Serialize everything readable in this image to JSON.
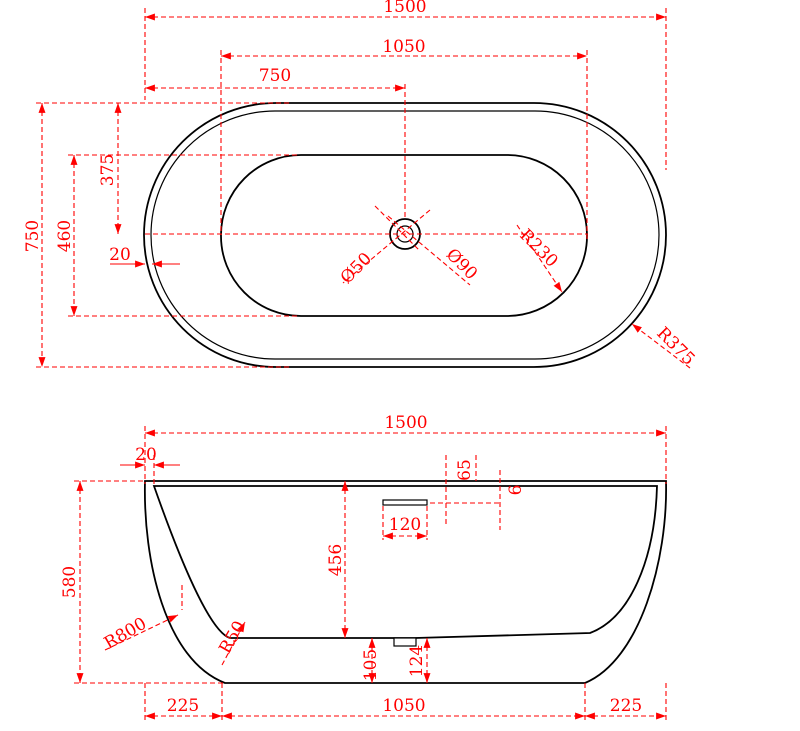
{
  "colors": {
    "dimension": "#ff0000",
    "outline": "#000000",
    "background": "#ffffff"
  },
  "top_view": {
    "overall_length": "1500",
    "inner_length": "1050",
    "drain_offset": "750",
    "overall_width": "750",
    "inner_width": "460",
    "drain_half": "375",
    "rim_thickness": "20",
    "drain_inner_dia": "Ø50",
    "drain_outer_dia": "Ø90",
    "inner_radius": "R230",
    "outer_radius": "R375"
  },
  "side_view": {
    "overall_length": "1500",
    "rim_thickness": "20",
    "overflow_top": "65",
    "overflow_depth": "6",
    "overflow_width": "120",
    "overall_height": "580",
    "inner_depth": "456",
    "side_radius": "R800",
    "bottom_radius": "R50",
    "base_height": "105",
    "drain_height": "124",
    "left_overhang": "225",
    "base_length": "1050",
    "right_overhang": "225"
  }
}
